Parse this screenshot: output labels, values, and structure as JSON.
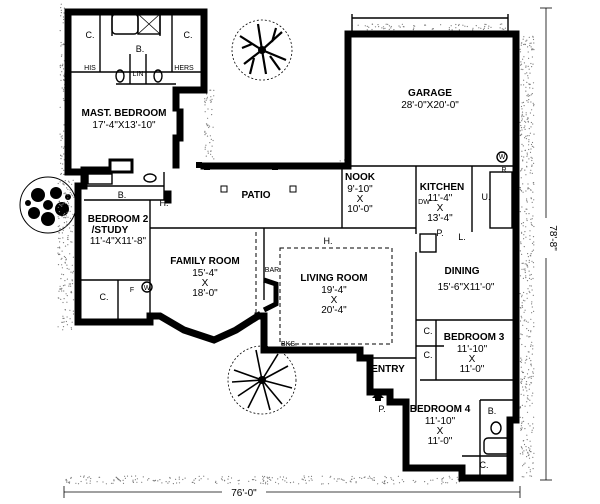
{
  "rooms": {
    "master_bedroom": {
      "name": "MAST. BEDROOM",
      "size": "17'-4\"X13'-10\""
    },
    "garage": {
      "name": "GARAGE",
      "size": "28'-0\"X20'-0\""
    },
    "patio": {
      "name": "PATIO"
    },
    "nook": {
      "name": "NOOK",
      "size_w": "9'-10\"",
      "size_x": "X",
      "size_h": "10'-0\""
    },
    "kitchen": {
      "name": "KITCHEN",
      "size_w": "11'-4\"",
      "size_x": "X",
      "size_h": "13'-4\""
    },
    "bedroom2": {
      "name": "BEDROOM 2",
      "name2": "/STUDY",
      "size": "11'-4\"X11'-8\""
    },
    "family_room": {
      "name": "FAMILY ROOM",
      "size_w": "15'-4\"",
      "size_x": "X",
      "size_h": "18'-0\""
    },
    "living_room": {
      "name": "LIVING ROOM",
      "size_w": "19'-4\"",
      "size_x": "X",
      "size_h": "20'-4\""
    },
    "dining": {
      "name": "DINING",
      "size": "15'-6\"X11'-0\""
    },
    "bedroom3": {
      "name": "BEDROOM 3",
      "size_w": "11'-10\"",
      "size_x": "X",
      "size_h": "11'-0\""
    },
    "bedroom4": {
      "name": "BEDROOM 4",
      "size_w": "11'-10\"",
      "size_x": "X",
      "size_h": "11'-0\""
    },
    "entry": {
      "name": "ENTRY"
    }
  },
  "fixtures": {
    "his": "HIS",
    "hers": "HERS",
    "lin": "LIN",
    "bath_b": "B.",
    "closet": "C.",
    "pantry": "P.",
    "utility": "U.",
    "linen": "L.",
    "dishwasher": "DW",
    "washer": "W",
    "freezer": "F",
    "refrigerator": "R",
    "hall": "H.",
    "bar": "BAR",
    "bookshelves": "BKS.",
    "porch": "P."
  },
  "dimensions": {
    "overall_width": "76'-0\"",
    "overall_depth": "78'-8\""
  }
}
